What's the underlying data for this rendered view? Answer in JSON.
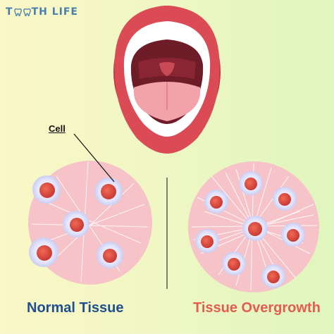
{
  "brand": {
    "prefix": "T",
    "suffix": "TH LIFE",
    "accent_color": "#4b7eb0",
    "icon": "tooth-icon"
  },
  "labels": {
    "cell": "Cell"
  },
  "captions": {
    "normal": "Normal Tissue",
    "overgrowth": "Tissue Overgrowth"
  },
  "colors": {
    "background_left": "#fbf7c6",
    "background_right": "#dff6bd",
    "tissue_fill": "#f6c3c9",
    "nucleus": "#e24c44",
    "lips": "#d94b52",
    "normal_caption": "#1f4e92",
    "overgrowth_caption": "#e45c50"
  }
}
